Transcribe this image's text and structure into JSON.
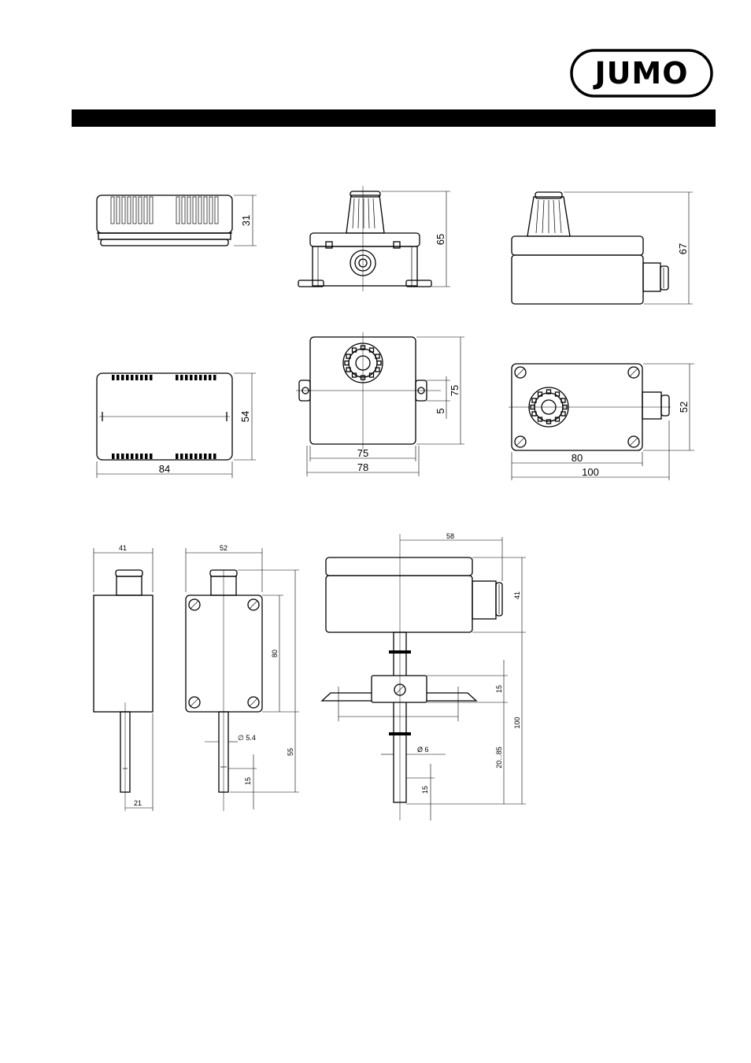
{
  "brand": {
    "logo_text": "JUMO"
  },
  "dimensions": {
    "top_left_height": "31",
    "top_mid_height": "65",
    "top_right_height": "67",
    "mid_left_height": "54",
    "mid_left_width": "84",
    "mid_center_height": "75",
    "mid_center_offset": "5",
    "mid_center_inner_width": "75",
    "mid_center_outer_width": "78",
    "mid_right_height": "52",
    "mid_right_inner_width": "80",
    "mid_right_outer_width": "100",
    "bottom_left_width": "41",
    "bottom_left_probe_offset": "21",
    "bottom_mid_width": "52",
    "bottom_mid_body_height": "80",
    "bottom_mid_probe_length": "55",
    "bottom_mid_probe_diameter": "∅ 5.4",
    "bottom_mid_tip": "15",
    "bottom_right_width": "58",
    "bottom_right_body_height": "41",
    "bottom_right_flange": "15",
    "bottom_right_total": "100",
    "bottom_right_range": "20...85",
    "bottom_right_diameter": "Ø 6",
    "bottom_right_tip": "15"
  }
}
